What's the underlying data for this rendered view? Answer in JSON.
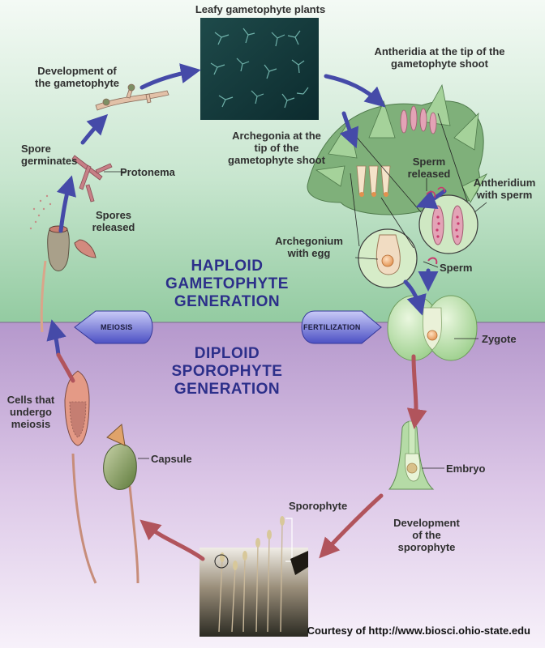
{
  "labels": {
    "leafy": "Leafy gametophyte plants",
    "antheridia_tip": "Antheridia at the tip of the\ngametophyte shoot",
    "development_gametophyte": "Development of\nthe gametophyte",
    "archegonia_tip": "Archegonia at the\ntip of the\ngametophyte shoot",
    "sperm_released": "Sperm\nreleased",
    "antheridium": "Antheridium\nwith sperm",
    "spore_germinates": "Spore\ngerminates",
    "protonema": "Protonema",
    "spores_released": "Spores\nreleased",
    "archegonium": "Archegonium\nwith egg",
    "sperm": "Sperm",
    "zygote": "Zygote",
    "cells_meiosis": "Cells that\nundergo\nmeiosis",
    "capsule": "Capsule",
    "embryo": "Embryo",
    "sporophyte": "Sporophyte",
    "development_sporophyte": "Development\nof the\nsporophyte"
  },
  "generations": {
    "haploid": "HAPLOID\nGAMETOPHYTE\nGENERATION",
    "diploid": "DIPLOID\nSPOROPHYTE\nGENERATION"
  },
  "arrows": {
    "meiosis": "MEIOSIS",
    "fertilization": "FERTILIZATION"
  },
  "credit": "Courtesy of http://www.biosci.ohio-state.edu",
  "colors": {
    "haploid_bg": "#a9d6b4",
    "diploid_bg": "#cfb6de",
    "cycle_arrow": "#b1545c",
    "process_arrow": "#5a5fd0",
    "title_text": "#2c2f8a"
  }
}
